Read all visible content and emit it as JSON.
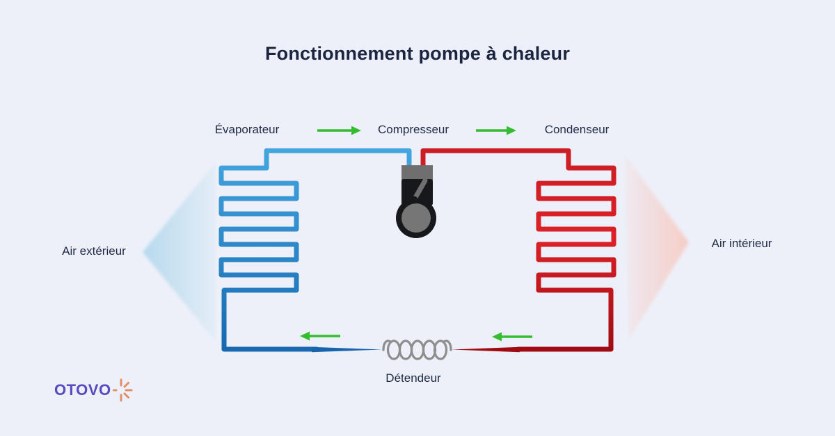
{
  "title": "Fonctionnement pompe à chaleur",
  "labels": {
    "evaporator": "Évaporateur",
    "compressor": "Compresseur",
    "condenser": "Condenseur",
    "expansion_valve": "Détendeur",
    "air_outside": "Air extérieur",
    "air_inside": "Air intérieur"
  },
  "logo": {
    "text": "OTOVO"
  },
  "colors": {
    "background": "#EDF0F9",
    "text": "#1F2A44",
    "cold_pipe_top": "#45A7E0",
    "cold_pipe_bottom": "#1668B0",
    "cold_pipe_taper": "#1765AC",
    "hot_pipe_top": "#CA1D24",
    "hot_pipe_bottom": "#9E0C11",
    "flow_arrow": "#34BD2E",
    "coil_gray": "#8E8E8E",
    "compressor_gray": "#6F6F6F",
    "compressor_black": "#17181C",
    "air_cold": "#A8D4EA",
    "air_warm": "#F7C9C0",
    "logo_purple": "#554BBF",
    "logo_spark": "#E08F66"
  }
}
